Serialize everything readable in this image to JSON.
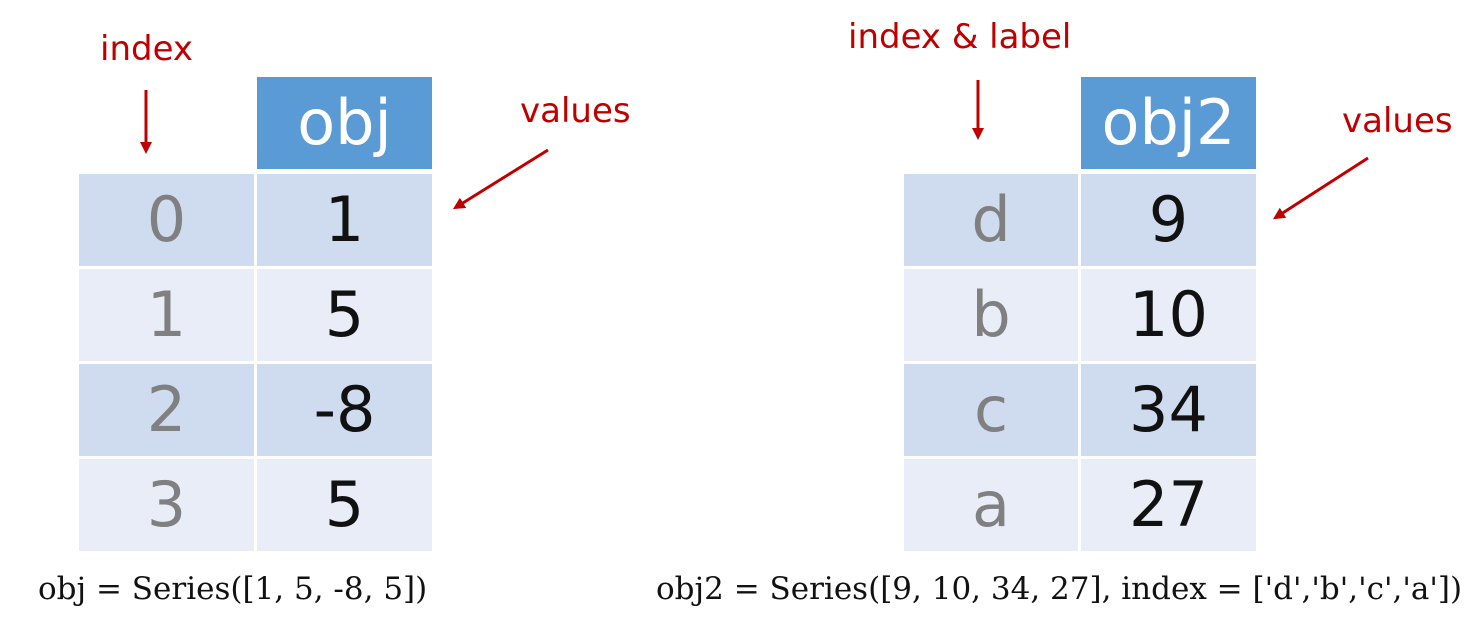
{
  "left": {
    "annotation_index": "index",
    "annotation_values": "values",
    "header": "obj",
    "rows": [
      {
        "index": "0",
        "value": "1"
      },
      {
        "index": "1",
        "value": "5"
      },
      {
        "index": "2",
        "value": "-8"
      },
      {
        "index": "3",
        "value": "5"
      }
    ],
    "caption": "obj = Series([1, 5, -8, 5])"
  },
  "right": {
    "annotation_index": "index & label",
    "annotation_values": "values",
    "header": "obj2",
    "rows": [
      {
        "index": "d",
        "value": "9"
      },
      {
        "index": "b",
        "value": "10"
      },
      {
        "index": "c",
        "value": "34"
      },
      {
        "index": "a",
        "value": "27"
      }
    ],
    "caption": "obj2 = Series([9, 10, 34, 27], index = ['d','b','c','a'])"
  },
  "colors": {
    "header": "#5b9bd5",
    "row_dark": "#cfdcef",
    "row_light": "#e8edf7",
    "annotation": "#c00000",
    "index_text": "#808080"
  }
}
